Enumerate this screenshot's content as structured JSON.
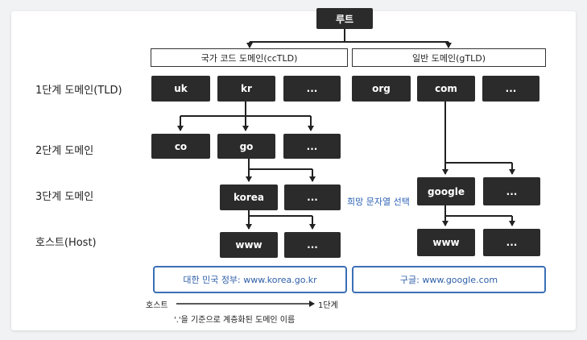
{
  "root": "루트",
  "groups": {
    "cctld": "국가 코드 도메인(ccTLD)",
    "gtld": "일반 도메인(gTLD)"
  },
  "levels": {
    "tld": "1단계 도메인(TLD)",
    "second": "2단계 도메인",
    "third": "3단계 도메인",
    "host": "호스트(Host)"
  },
  "nodes": {
    "uk": "uk",
    "kr": "kr",
    "cc_more": "...",
    "org": "org",
    "com": "com",
    "g_more": "...",
    "co": "co",
    "go": "go",
    "kr_more": "...",
    "korea": "korea",
    "go_more": "...",
    "google": "google",
    "com_more": "...",
    "www_korea": "www",
    "korea_more": "...",
    "www_google": "www",
    "google_more": "..."
  },
  "desired_label": "희망 문자열 선택",
  "captions": {
    "korea": "대한 민국 정부: www.korea.go.kr",
    "google": "구글: www.google.com"
  },
  "legend": {
    "from": "호스트",
    "to": "1단계",
    "note": "'.'을 기준으로 계층화된 도메인 이름"
  },
  "colors": {
    "node": "#2b2b2b",
    "accent": "#3b6fb6"
  }
}
